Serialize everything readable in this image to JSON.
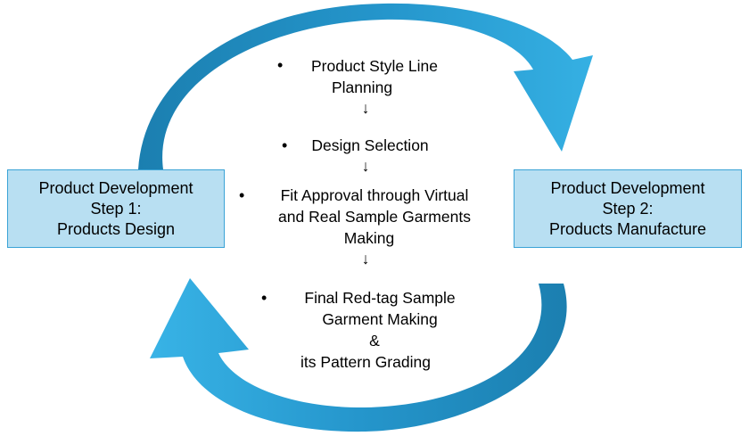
{
  "left_box": {
    "line1": "Product Development",
    "line2": "Step 1:",
    "line3": "Products Design"
  },
  "right_box": {
    "line1": "Product Development",
    "line2": "Step 2:",
    "line3": "Products Manufacture"
  },
  "bullet_symbol": "•",
  "arrow_symbol": "↓",
  "steps": {
    "s1_line1": "Product Style Line",
    "s1_line2": "Planning",
    "s2": "Design Selection",
    "s3_line1": "Fit Approval through Virtual",
    "s3_line2": "and Real Sample Garments",
    "s3_line3": "Making",
    "s4_line1": "Final Red-tag Sample",
    "s4_line2": "Garment Making",
    "s4_line3": "&",
    "s4_line4": "its Pattern Grading"
  },
  "colors": {
    "arrow_light": "#2fa8dd",
    "arrow_dark": "#1b7fb0",
    "box_fill": "#b8dff2",
    "box_border": "#3aa3d6"
  }
}
